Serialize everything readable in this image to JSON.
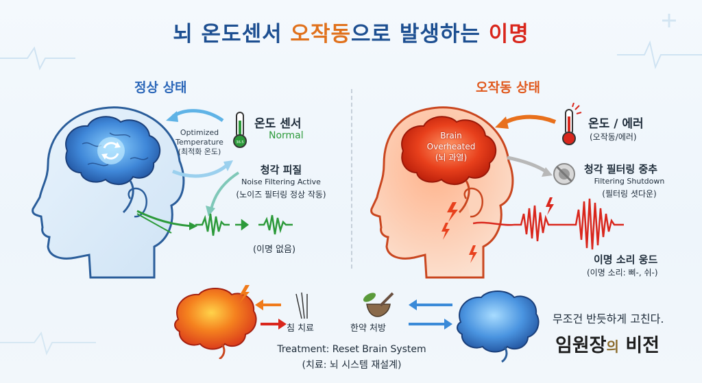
{
  "title": {
    "part1": "뇌 온도센서 ",
    "part2": "오작동",
    "part3": "으로 발생하는 ",
    "part4": "이명"
  },
  "normal": {
    "heading": "정상 상태",
    "optimized_en": "Optimized",
    "temperature_en": "Temperature",
    "optimized_ko": "(최적화 온도)",
    "sensor_label": "온도 센서",
    "sensor_status": "Normal",
    "thermo_reading": "36.5",
    "cortex_label": "청각 피질",
    "noise_en": "Noise Filtering Active",
    "noise_ko": "(노이즈 필터링 정상 작동)",
    "no_tinnitus": "(이명 없음)"
  },
  "error": {
    "heading": "오작동 상태",
    "brain_line1": "Brain",
    "brain_line2": "Overheated",
    "brain_line3": "(뇌 과열)",
    "temp_label": "온도 / 에러",
    "temp_sub": "(오작동/에러)",
    "filter_label": "청각 필터링 중추",
    "filter_en": "Filtering Shutdown",
    "filter_ko": "(필터링 셧다운)",
    "tinnitus_label": "이명 소리 웅드",
    "tinnitus_sub": "(이명 소리: 삐-, 쉬-)"
  },
  "treatment": {
    "acupuncture": "침 치료",
    "herbal": "한약 처방",
    "en": "Treatment: Reset Brain System",
    "ko": "(치료: 뇌 시스템 재설계)"
  },
  "vision": {
    "line1": "무조건 반듯하게 고친다.",
    "line2a": "임원장",
    "line2b": "의",
    "line2c": " 비전"
  },
  "colors": {
    "normal_blue": "#2a66b8",
    "error_orange": "#e0581c",
    "green_wave": "#2c9a3a",
    "red_wave": "#d9261c",
    "title_blue": "#1d4f91"
  },
  "icons": [
    "thermometer-icon",
    "no-filter-icon",
    "acupuncture-needles-icon",
    "mortar-pestle-icon",
    "lightning-icon",
    "refresh-icon"
  ]
}
